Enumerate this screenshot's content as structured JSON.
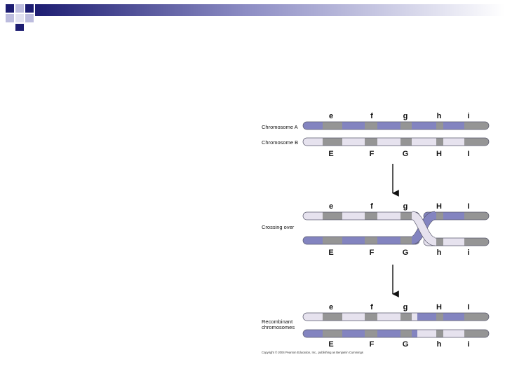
{
  "colors": {
    "slate": "#8384c0",
    "pale": "#e6e2ee",
    "gray": "#959595",
    "outline": "#5a5a6e",
    "banner_navy": "#1d1d72",
    "banner_light": "#bcbcde"
  },
  "panels": {
    "parental": {
      "top_label": "Chromosome A",
      "bottom_label": "Chromosome B",
      "top_genes": [
        "e",
        "f",
        "g",
        "h",
        "i"
      ],
      "bottom_genes": [
        "E",
        "F",
        "G",
        "H",
        "I"
      ]
    },
    "crossing": {
      "label": "Crossing over",
      "top_genes": [
        "e",
        "f",
        "g",
        "H",
        "I"
      ],
      "bottom_genes": [
        "E",
        "F",
        "G",
        "h",
        "i"
      ]
    },
    "recombinant": {
      "label_line1": "Recombinant",
      "label_line2": "chromosomes",
      "top_genes": [
        "e",
        "f",
        "g",
        "H",
        "I"
      ],
      "bottom_genes": [
        "E",
        "F",
        "G",
        "h",
        "i"
      ]
    }
  },
  "copyright": "Copyright © 2004 Pearson Education, Inc., publishing as Benjamin Cummings"
}
